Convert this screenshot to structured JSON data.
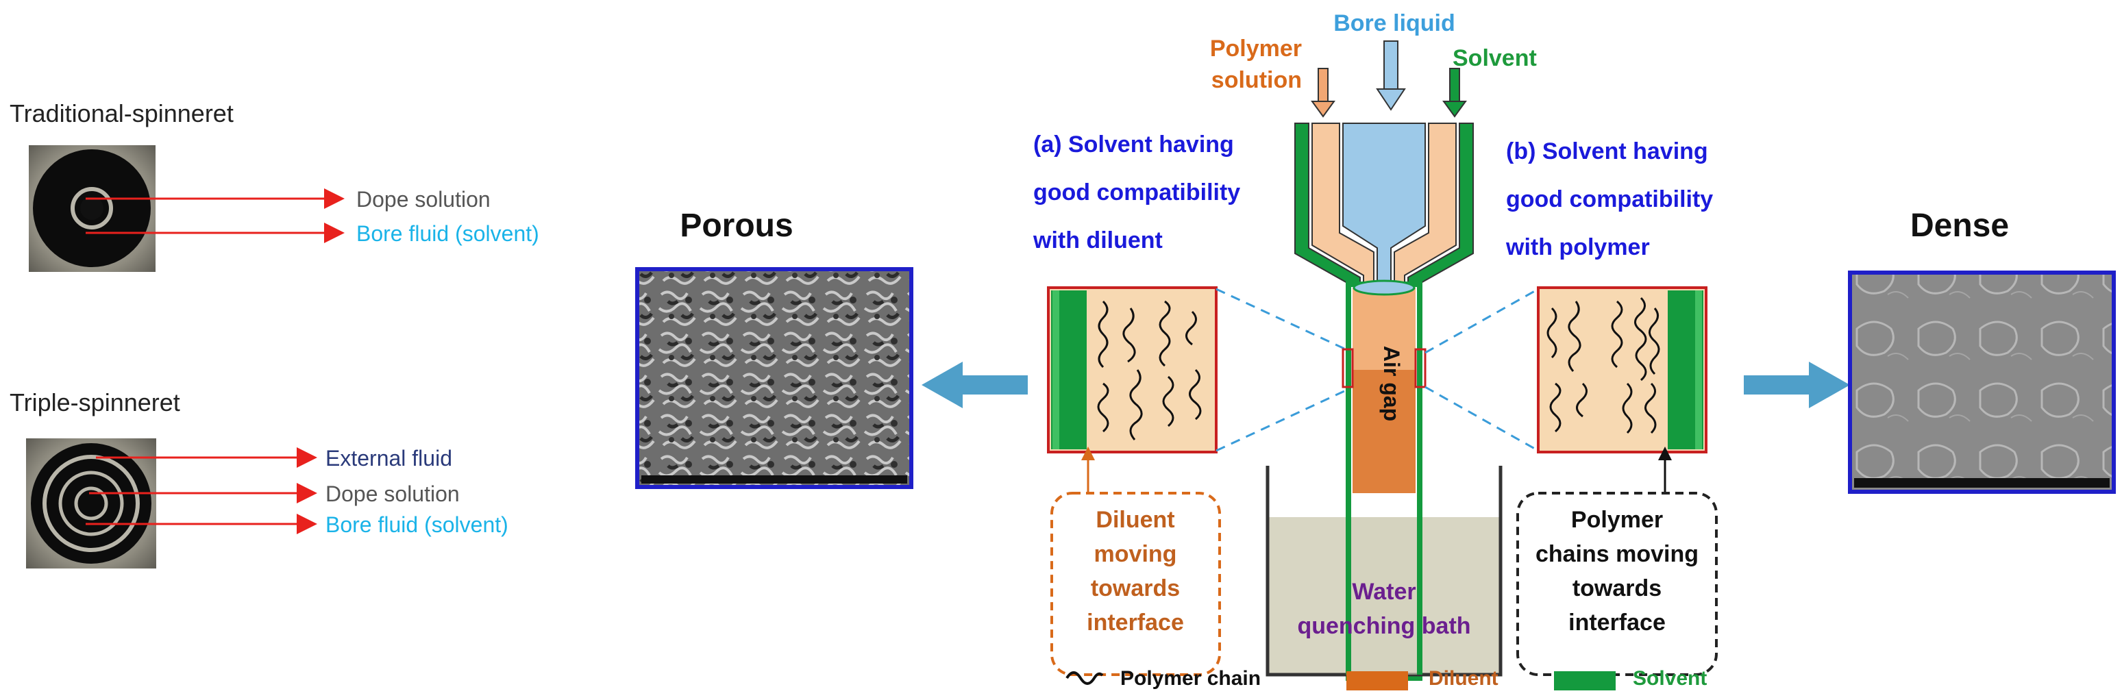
{
  "colors": {
    "red_arrow": "#e8211d",
    "gray_text": "#555555",
    "cyan_text": "#1ab3e8",
    "navy_text": "#2a3a7a",
    "blue_text": "#1a1adb",
    "orange": "#d96a1a",
    "orange_text": "#c0601e",
    "green": "#149a3e",
    "green_text": "#1e9a3c",
    "light_blue": "#9dc9e8",
    "bore_text": "#3d9fdc",
    "peach": "#f7c9a0",
    "frame_blue": "#1f1fc8",
    "frame_red": "#c82020",
    "bath": "#d4d1bd",
    "purple_text": "#6b1f8f",
    "big_arrow": "#4f9fc9"
  },
  "spinnerets": {
    "traditional": {
      "title": "Traditional-spinneret",
      "labels": [
        "Dope solution",
        "Bore fluid (solvent)"
      ]
    },
    "triple": {
      "title": "Triple-spinneret",
      "labels": [
        "External fluid",
        "Dope solution",
        "Bore fluid (solvent)"
      ]
    }
  },
  "inputs": {
    "bore_liquid": "Bore liquid",
    "polymer_solution_line1": "Polymer",
    "polymer_solution_line2": "solution",
    "solvent": "Solvent"
  },
  "left_case": {
    "caption_lines": [
      "(a) Solvent having",
      "good compatibility",
      "with diluent"
    ],
    "result": "Porous",
    "callout_lines": [
      "Diluent",
      "moving",
      "towards",
      "interface"
    ]
  },
  "right_case": {
    "caption_lines": [
      "(b) Solvent having",
      "good compatibility",
      "with polymer"
    ],
    "result": "Dense",
    "callout_lines": [
      "Polymer",
      "chains moving",
      "towards",
      "interface"
    ]
  },
  "center": {
    "air_gap": "Air gap",
    "bath_line1": "Water",
    "bath_line2": "quenching  bath"
  },
  "legend": [
    {
      "label": "Polymer chain",
      "icon": "wavy-line-icon"
    },
    {
      "label": "Diluent",
      "icon": "orange-swatch-icon"
    },
    {
      "label": "Solvent",
      "icon": "green-swatch-icon"
    }
  ]
}
